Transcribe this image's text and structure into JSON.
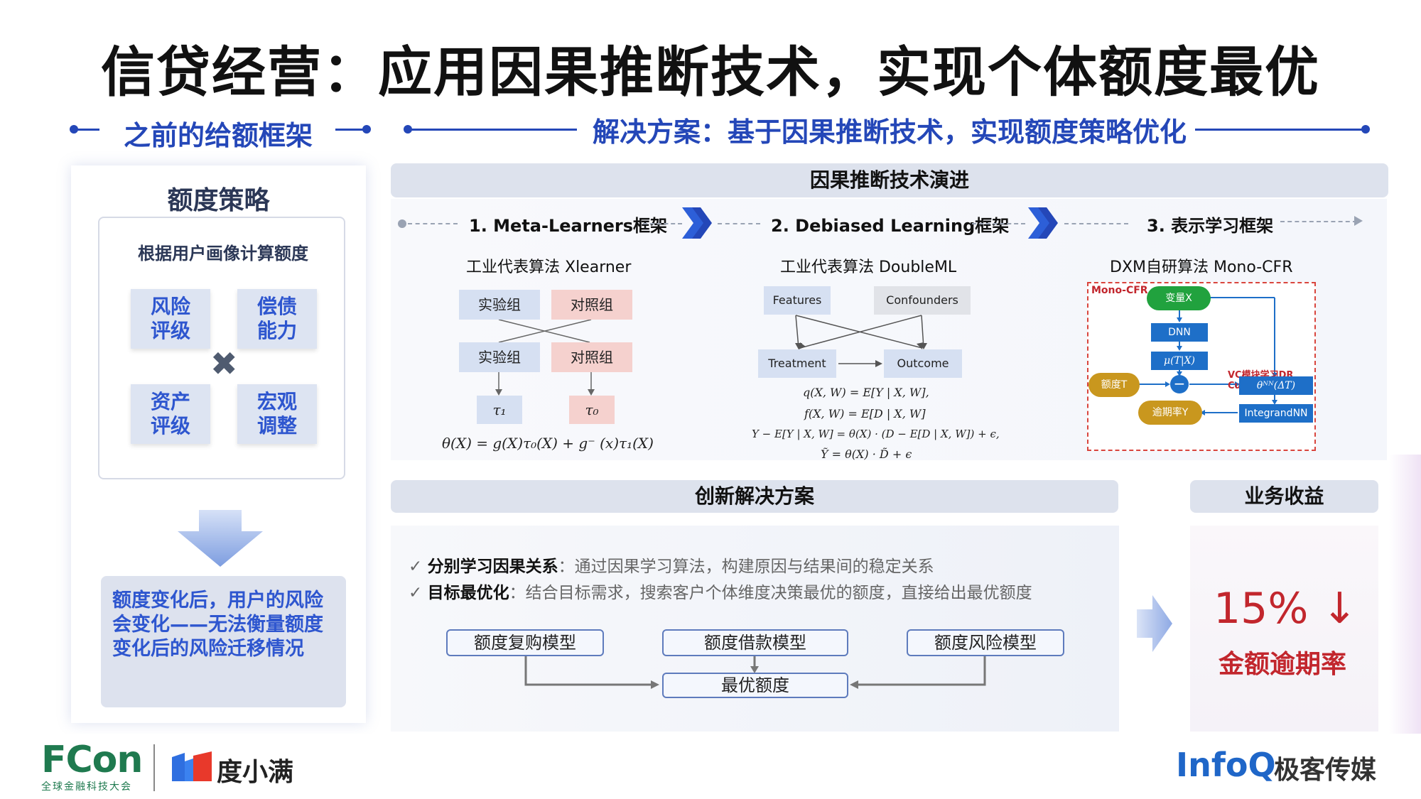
{
  "title": "信贷经营：应用因果推断技术，实现个体额度最优",
  "left_section": {
    "heading": "之前的给额框架",
    "panel_title": "额度策略",
    "subtitle": "根据用户画像计算额度",
    "tiles": [
      "风险\n评级",
      "偿债\n能力",
      "资产\n评级",
      "宏观\n调整"
    ],
    "note": "额度变化后，用户的风险会变化——无法衡量额度变化后的风险迁移情况"
  },
  "right_section": {
    "heading": "解决方案：基于因果推断技术，实现额度策略优化",
    "evolution_banner": "因果推断技术演进",
    "steps": [
      {
        "label": "1. Meta-Learners框架",
        "algo": "工业代表算法 Xlearner"
      },
      {
        "label": "2. Debiased Learning框架",
        "algo": "工业代表算法 DoubleML"
      },
      {
        "label": "3. 表示学习框架",
        "algo": "DXM自研算法 Mono-CFR"
      }
    ],
    "xlearner": {
      "treat1": "实验组",
      "ctrl1": "对照组",
      "treat2": "实验组",
      "ctrl2": "对照组",
      "tau1": "τ₁",
      "tau0": "τ₀",
      "formula": "θ(X) = g(X)τ₀(X) + g⁻ (x)τ₁(X)"
    },
    "doubleml": {
      "features": "Features",
      "confounders": "Confounders",
      "treatment": "Treatment",
      "outcome": "Outcome",
      "eq1": "q(X, W) = E[Y | X, W],",
      "eq2": "f(X, W) = E[D | X, W]",
      "eq3": "Y − E[Y | X, W] = θ(X) · (D − E[D | X, W]) + ϵ,",
      "eq4": "Ỹ = θ(X) · D̃ + ϵ"
    },
    "monocfr": {
      "box_label": "Mono-CFR",
      "var_x": "变量X",
      "dnn": "DNN",
      "mu": "μ(T|X)",
      "vc_label": "VC模块学习DR Curve",
      "quota_t": "额度T",
      "minus": "−",
      "theta": "θᴺᴺ(ΔT)",
      "overdue_y": "逾期率Y",
      "integrand": "IntegrandNN"
    },
    "innovation_banner": "创新解决方案",
    "bullets": [
      {
        "bold": "分别学习因果关系",
        "rest": "：通过因果学习算法，构建原因与结果间的稳定关系"
      },
      {
        "bold": "目标最优化",
        "rest": "：结合目标需求，搜索客户个体维度决策最优的额度，直接给出最优额度"
      }
    ],
    "models": [
      "额度复购模型",
      "额度借款模型",
      "额度风险模型"
    ],
    "optimal": "最优额度",
    "gain_banner": "业务收益",
    "gain_value": "15% ↓",
    "gain_label": "金额逾期率"
  },
  "footer": {
    "fcon": "FCon",
    "fcon_sub": "全球金融科技大会",
    "dxm": "度小满",
    "infoq": "InfoQ",
    "infoq_cn": "极客传媒"
  },
  "colors": {
    "accent": "#2447b8",
    "tile_text": "#2e56cf",
    "gain": "#c2262d",
    "mono_border": "#d9453d"
  }
}
